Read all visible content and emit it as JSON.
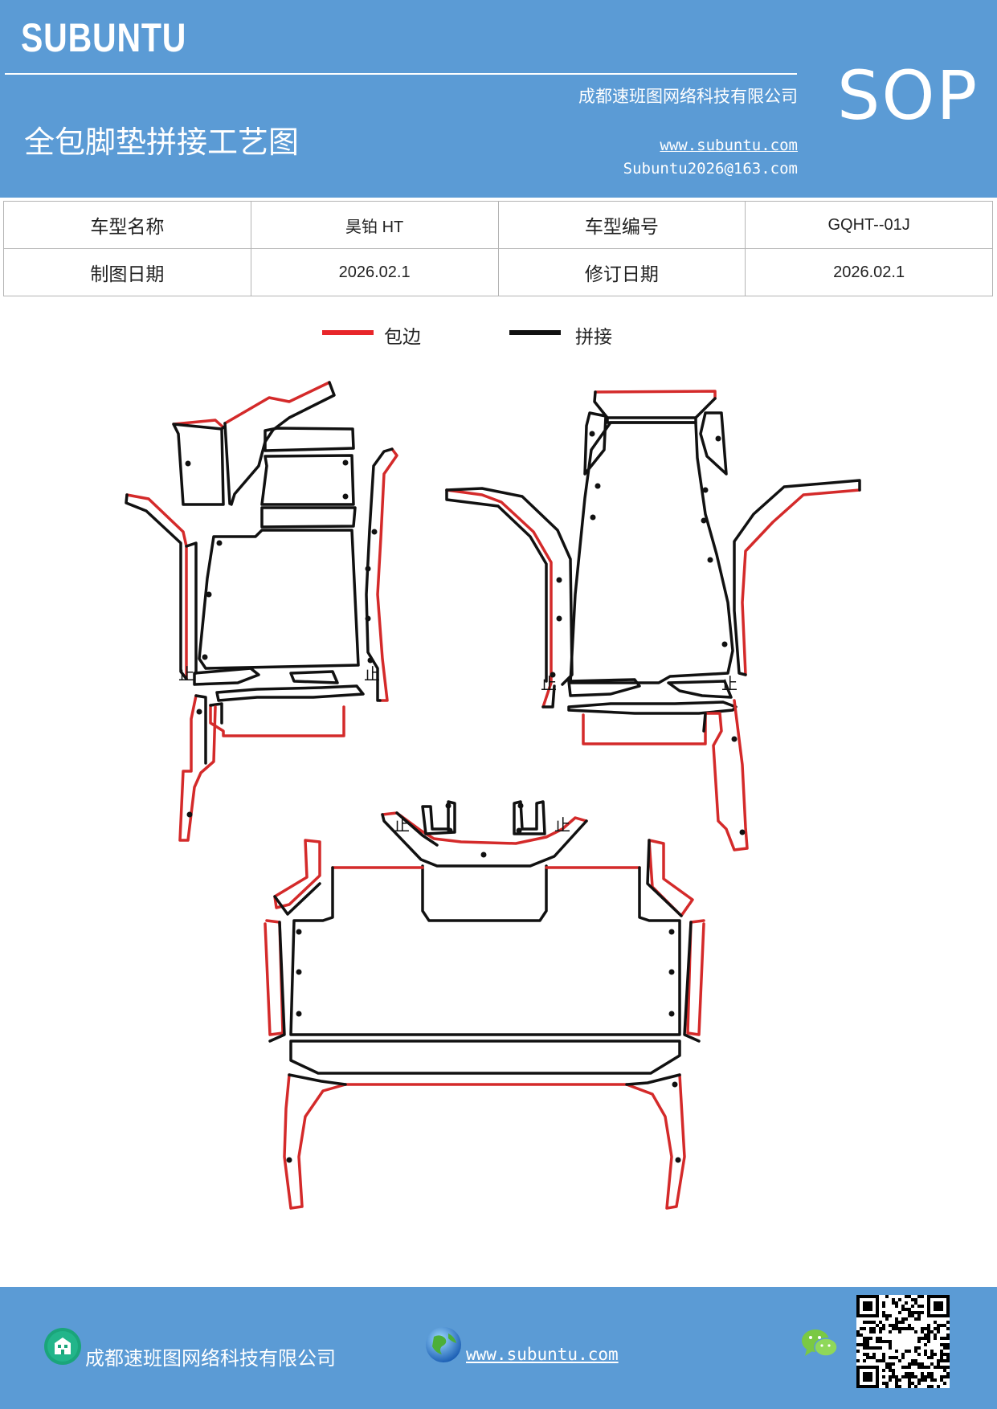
{
  "header": {
    "logo": "SUBUNTU",
    "company": "成都速班图网络科技有限公司",
    "title": "全包脚垫拼接工艺图",
    "website": "www.subuntu.com",
    "email": "Subuntu2026@163.com",
    "badge": "SOP"
  },
  "info_table": {
    "rows": [
      [
        {
          "label": "车型名称"
        },
        {
          "value": "昊铂 HT"
        },
        {
          "label": "车型编号"
        },
        {
          "value": "GQHT--01J"
        }
      ],
      [
        {
          "label": "制图日期"
        },
        {
          "value": "2026.02.1"
        },
        {
          "label": "修订日期"
        },
        {
          "value": "2026.02.1"
        }
      ]
    ]
  },
  "legend": {
    "items": [
      {
        "label": "包边",
        "color": "#e8262a"
      },
      {
        "label": "拼接",
        "color": "#111111"
      }
    ]
  },
  "diagram": {
    "stop_mark": "止",
    "colors": {
      "binding": "#d42a2a",
      "seam": "#111111"
    }
  },
  "footer": {
    "company": "成都速班图网络科技有限公司",
    "website": "www.subuntu.com",
    "icons": [
      "building-icon",
      "globe-icon",
      "wechat-icon",
      "qr-code"
    ]
  }
}
